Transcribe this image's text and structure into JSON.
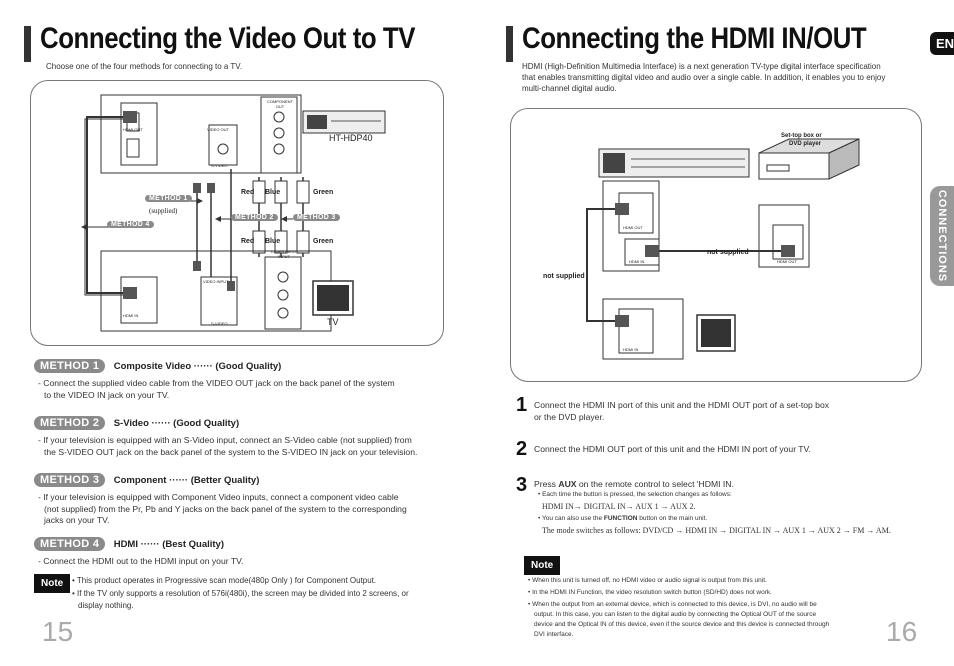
{
  "left": {
    "title": "Connecting the Video Out to TV",
    "intro": "Choose one of the four methods for connecting to a TV.",
    "diagram": {
      "model": "HT-HDP40",
      "tv": "TV",
      "method1": "METHOD 1",
      "supplied": "(supplied)",
      "method2": "METHOD 2",
      "method3": "METHOD 3",
      "method4": "METHOD 4",
      "red1": "Red",
      "blue1": "Blue",
      "green1": "Green",
      "red2": "Red",
      "blue2": "Blue",
      "green2": "Green",
      "comp_out": "COMPONENT OUT",
      "video_out": "VIDEO OUT",
      "svideo": "S-VIDEO",
      "comp_in": "COMPONENT INPUT",
      "video_in": "VIDEO INPUT",
      "svideo2": "S-VIDEO",
      "hdmi_out": "HDMI OUT",
      "hdmi": "HDMI IN"
    },
    "methods": [
      {
        "tag": "METHOD 1",
        "head": "Composite Video ······ (Good Quality)",
        "desc": "- Connect the supplied video cable from the VIDEO OUT jack on the back panel of the system",
        "desc2": "to the VIDEO IN jack on your TV."
      },
      {
        "tag": "METHOD 2",
        "head": "S-Video ······ (Good Quality)",
        "desc": "- If your television is equipped with an S-Video input, connect an S-Video cable (not supplied) from",
        "desc2": "the S-VIDEO OUT jack on the back panel of the system to the S-VIDEO IN jack on your television."
      },
      {
        "tag": "METHOD 3",
        "head": "Component ······ (Better Quality)",
        "desc": "- If your television is equipped with Component Video inputs, connect a component video cable",
        "desc2": "(not supplied) from the Pr, Pb and Y jacks on the back panel of the system to the corresponding",
        "desc3": "jacks on your TV."
      },
      {
        "tag": "METHOD 4",
        "head": "HDMI ······ (Best Quality)",
        "desc": "- Connect the HDMI out to the HDMI input on your TV."
      }
    ],
    "note_label": "Note",
    "notes": [
      "• This product operates in Progressive scan mode(480p Only ) for Component Output.",
      "• If the TV only supports a resolution of 576i(480i), the screen may be divided into 2 screens, or",
      "display nothing."
    ],
    "page": "15"
  },
  "right": {
    "title": "Connecting the HDMI IN/OUT",
    "intro1": "HDMI (High-Definition Multimedia Interface) is a next generation TV-type digital interface specification",
    "intro2": "that enables transmitting digital video and audio over a single cable. In addition, it enables you to enjoy",
    "intro3": "multi-channel digital audio.",
    "diagram": {
      "settop": "Set-top box or",
      "settop2": "DVD player",
      "not_supplied1": "not supplied",
      "not_supplied2": "not supplied",
      "hdmi_out": "HDMI OUT",
      "hdmi_in": "HDMI IN",
      "hdmi_in2": "HDMI IN",
      "hdmi_out2": "HDMI OUT"
    },
    "steps": [
      {
        "num": "1",
        "line1": "Connect the HDMI IN port of this unit and the HDMI OUT port of a set-top box",
        "line2": "or the DVD player."
      },
      {
        "num": "2",
        "line1": "Connect the HDMI OUT port of this unit and the HDMI IN port of your TV."
      },
      {
        "num": "3",
        "line1_a": "Press ",
        "line1_b": "AUX",
        "line1_c": " on the remote control to select 'HDMI IN.",
        "b1": "• Each time the button is pressed, the selection changes as follows:",
        "b1seq": "HDMI IN→ DIGITAL IN→ AUX 1 → AUX 2.",
        "b2a": "• You can also use the ",
        "b2b": "FUNCTION",
        "b2c": " button on the main unit.",
        "b2seq": "The mode switches as follows: DVD/CD → HDMI IN → DIGITAL IN → AUX 1 → AUX 2 → FM → AM."
      }
    ],
    "note_label": "Note",
    "notes": [
      "• When this unit is turned off, no HDMI video or audio signal is output from this unit.",
      "• In the HDMI IN Function, the video resolution switch button (SD/HD) does not work.",
      "• When the output from an external device, which is connected to this device, is DVI, no audio will be",
      "output. In this case, you can listen to the digital audio by connecting the Optical OUT of the source",
      "device and the Optical IN of this device, even if the source device and this device is connected through",
      "DVI interface."
    ],
    "page": "16",
    "eng_tab": "ENG",
    "side_tab": "CONNECTIONS"
  }
}
